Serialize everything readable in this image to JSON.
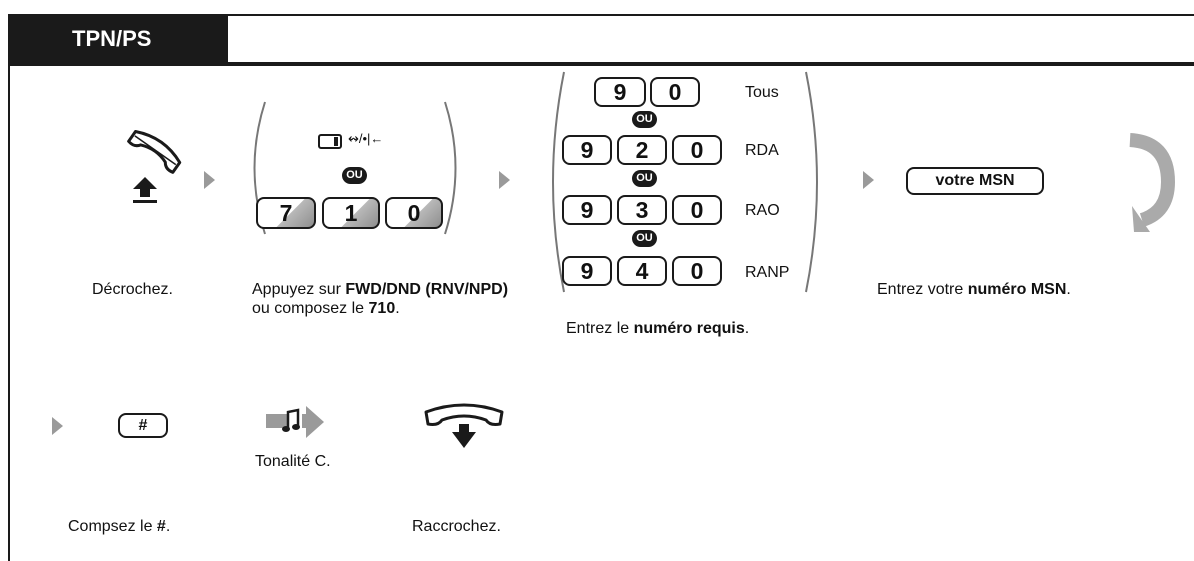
{
  "header": {
    "title": "TPN/PS"
  },
  "step1": {
    "caption": "Décrochez."
  },
  "step2": {
    "key_icon_text": "↭/•|←",
    "ou": "OU",
    "keys": [
      "7",
      "1",
      "0"
    ],
    "caption_pre": "Appuyez sur ",
    "caption_bold1": "FWD/DND (RNV/NPD)",
    "caption_mid": " ou composez le ",
    "caption_bold2": "710",
    "caption_end": "."
  },
  "step3": {
    "rows": [
      {
        "keys": [
          "9",
          "0"
        ],
        "label": "Tous"
      },
      {
        "keys": [
          "9",
          "2",
          "0"
        ],
        "label": "RDA"
      },
      {
        "keys": [
          "9",
          "3",
          "0"
        ],
        "label": "RAO"
      },
      {
        "keys": [
          "9",
          "4",
          "0"
        ],
        "label": "RANP"
      }
    ],
    "ou": "OU",
    "caption_pre": "Entrez le ",
    "caption_bold": "numéro requis",
    "caption_end": "."
  },
  "step4": {
    "key_label": "votre MSN",
    "caption_pre": "Entrez votre ",
    "caption_bold": "numéro MSN",
    "caption_end": "."
  },
  "step5": {
    "key_label": "#",
    "caption_pre": "Compsez le ",
    "caption_bold": "#",
    "caption_end": "."
  },
  "step6": {
    "caption": "Tonalité C."
  },
  "step7": {
    "caption": "Raccrochez."
  }
}
